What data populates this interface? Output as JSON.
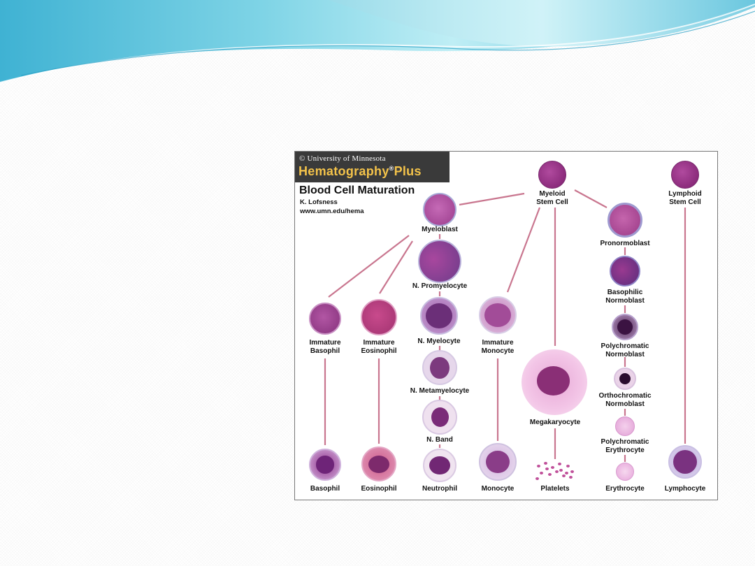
{
  "header": {
    "copyright": "© University of Minnesota",
    "brand": "Hematography",
    "brand_reg": "®",
    "brand_suffix": "Plus"
  },
  "title": "Blood Cell Maturation",
  "author": "K. Lofsness",
  "url": "www.umn.edu/hema",
  "colors": {
    "banner_light": "#bfeef5",
    "banner_dark": "#48b6d6",
    "header_bg": "#3a3a3a",
    "brand_gold": "#f4c34a",
    "connector": "#c9768f",
    "cell_purple": "#9c2f86",
    "cell_pink": "#e4a8d8"
  },
  "cells": [
    {
      "id": "myeloid-stem-cell",
      "label": [
        "Myeloid",
        "Stem Cell"
      ]
    },
    {
      "id": "lymphoid-stem-cell",
      "label": [
        "Lymphoid",
        "Stem Cell"
      ]
    },
    {
      "id": "myeloblast",
      "label": [
        "Myeloblast"
      ]
    },
    {
      "id": "pronormoblast",
      "label": [
        "Pronormoblast"
      ]
    },
    {
      "id": "n-promyelocyte",
      "label": [
        "N. Promyelocyte"
      ]
    },
    {
      "id": "basophilic-normoblast",
      "label": [
        "Basophilic",
        "Normoblast"
      ]
    },
    {
      "id": "immature-basophil",
      "label": [
        "Immature",
        "Basophil"
      ]
    },
    {
      "id": "immature-eosinophil",
      "label": [
        "Immature",
        "Eosinophil"
      ]
    },
    {
      "id": "n-myelocyte",
      "label": [
        "N. Myelocyte"
      ]
    },
    {
      "id": "immature-monocyte",
      "label": [
        "Immature",
        "Monocyte"
      ]
    },
    {
      "id": "polychromatic-normoblast",
      "label": [
        "Polychromatic",
        "Normoblast"
      ]
    },
    {
      "id": "n-metamyelocyte",
      "label": [
        "N. Metamyelocyte"
      ]
    },
    {
      "id": "megakaryocyte",
      "label": [
        "Megakaryocyte"
      ]
    },
    {
      "id": "orthochromatic-normoblast",
      "label": [
        "Orthochromatic",
        "Normoblast"
      ]
    },
    {
      "id": "n-band",
      "label": [
        "N. Band"
      ]
    },
    {
      "id": "polychromatic-erythrocyte",
      "label": [
        "Polychromatic",
        "Erythrocyte"
      ]
    },
    {
      "id": "basophil",
      "label": [
        "Basophil"
      ]
    },
    {
      "id": "eosinophil",
      "label": [
        "Eosinophil"
      ]
    },
    {
      "id": "neutrophil",
      "label": [
        "Neutrophil"
      ]
    },
    {
      "id": "monocyte",
      "label": [
        "Monocyte"
      ]
    },
    {
      "id": "platelets",
      "label": [
        "Platelets"
      ]
    },
    {
      "id": "erythrocyte",
      "label": [
        "Erythrocyte"
      ]
    },
    {
      "id": "lymphocyte",
      "label": [
        "Lymphocyte"
      ]
    }
  ]
}
